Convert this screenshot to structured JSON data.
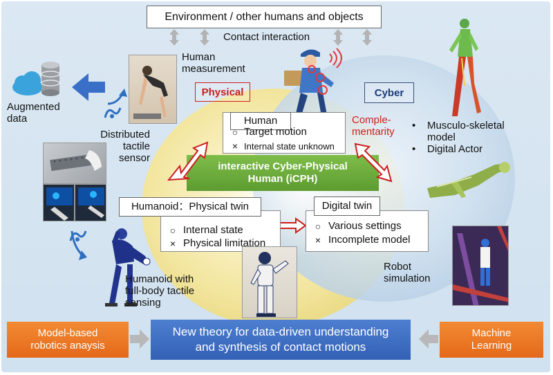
{
  "environment_label": "Environment / other humans and objects",
  "contact_interaction_label": "Contact interaction",
  "physical_label": "Physical",
  "cyber_label": "Cyber",
  "human_measurement_label": [
    "Human",
    "measurement"
  ],
  "augmented_data_label": [
    "Augmented",
    "data"
  ],
  "tactile_sensor_label": [
    "Distributed",
    "tactile",
    "sensor"
  ],
  "human_box": {
    "title": "Human",
    "good": "Target motion",
    "bad": "Internal state unknown"
  },
  "complementarity_label": [
    "Comple-",
    "mentarity"
  ],
  "icph_label": [
    "interactive Cyber-Physical",
    "Human (iCPH)"
  ],
  "cyber_items": [
    "Musculo-skeletal",
    "model",
    "Digital Actor"
  ],
  "humanoid_box": {
    "title": "Humanoid：Physical twin",
    "good": "Internal state",
    "bad": "Physical limitation"
  },
  "digital_box": {
    "title": "Digital twin",
    "good": "Various settings",
    "bad": "Incomplete model"
  },
  "robot_simulation_label": [
    "Robot",
    "simulation"
  ],
  "humanoid_sensing_label": [
    "Humanoid with",
    "full-body tactile",
    "sensing"
  ],
  "model_based_label": [
    "Model-based",
    "robotics anaysis"
  ],
  "new_theory_label": [
    "New theory for data-driven understanding",
    "and synthesis of contact motions"
  ],
  "machine_learning_label": [
    "Machine",
    "Learning"
  ],
  "markers": {
    "good": "○",
    "bad": "×",
    "bullet": "•"
  },
  "colors": {
    "accent_red": "#cc1f1f",
    "icph_green": "#6aaa3a",
    "theory_blue": "#3f6fc2",
    "orange": "#ef7b24",
    "yellow_zone": "#f1e49a",
    "cyber_zone": "#c4d9ec"
  }
}
